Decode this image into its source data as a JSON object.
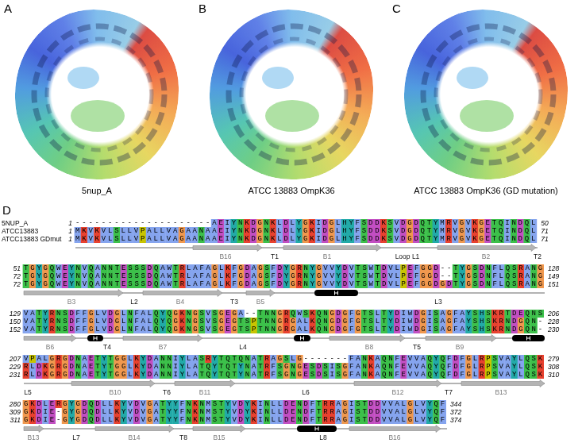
{
  "diagram": {
    "labels": [
      "A",
      "B",
      "C",
      "5nup_A",
      "ATCC 13883 OmpK36",
      "ATCC 13883 OmpK36 (GD mutation)",
      "D",
      "5NUP_A",
      "ATCC13883",
      "ATCC13883 GDmut",
      "1",
      "---------------------AEIYNKDGNKLDLYGKIDGLHYFSDDKSVDGDQTYMRVGVKGETQINDQL",
      "50",
      "1",
      "MKVKVLSLLVPALLVAGAANAAEIYNKDGNKLDLYGKIDGLHYFSDDKSVDGDQTYMRVGVKGETQINDQL",
      "71",
      "1",
      "MKVKVLSLLVPALLVAGAANAAEIYNKDGNKLDLYGKIDGLHYFSDDKSVDGDQTYMRVGVKGETQINDQL",
      "71",
      "B16",
      "T1",
      "B1",
      "Loop L1",
      "B2",
      "T2",
      "51",
      "TGYGQWEYNVQANNTESSSDQAWTRLAFAGLKFGDAGSFDYGRNYGVVYDVTSWTDVLPEFGGD--TYGSDNFLQSRANG",
      "128",
      "72",
      "TGYGQWEYNVQANNTESSSDQAWTRLAFAGLKFGDAGSFDYGRNYGVVYDVTSWTDVLPEFGGD--TYGSDNFLQSRANG",
      "149",
      "72",
      "TGYGQWEYNVQANNTESSSDQAWTRLAFAGLKFGDAGSFDYGRNYGVVYDVTSWTDVLPEFGGDGDTYGSDNFLQSRANG",
      "151",
      "B3",
      "L2",
      "B4",
      "T3",
      "B5",
      "L3",
      "129",
      "VATYRNSDFFGLVDGLNFALQYQGKNGSVSGEGA--TNNGRQWSKQNGDGFGTSLTYDIWDGISAGFAYSHSKRTDEQNS",
      "206",
      "150",
      "VATYRNSDFFGLVDGLNFALQYQGKNGSVSGEGTSPTNNGRGALKQNGDGFGTSLTYDIWDGISAGFAYSHSKRNDGQN-",
      "228",
      "152",
      "VATYRNSDFFGLVDGLNFALQYQGKNGSVSGEGTSPTNNGRGALKQNGDGFGTSLTYDIWDGISAGFAYSHSKRNDGQN-",
      "230",
      "B6",
      "T4",
      "B7",
      "L4",
      "B8",
      "T5",
      "B9",
      "207",
      "VPALGRGDNAETYTGGLKYDANNIYLASRYTQTQNATRAGSLG-------FANKAQNFEVVAQYQFDFGLRPSVAYLQSK",
      "279",
      "229",
      "RLDKGRGDNAETYTGGLKYDANNIYLATQYTQTYNATRFSGNGESDSISGFANKAQNFEVVAQYQFDFGLRPSVAYLQSK",
      "308",
      "231",
      "RLDKGRGDNAETYTGGLKYDANNIYLATQYTQTYNATRFSGNGESDSISGFANKAQNFEVVAQYQFDFGLRPSVAYLQSK",
      "310",
      "L5",
      "B10",
      "T6",
      "B11",
      "L6",
      "B12",
      "T7",
      "B13",
      "280",
      "GKDLERGYGDQDLLKYVDVGATYYFNKNMSTYVDYKINLLDENDFTRRAGISTDDVVALGLVYQF",
      "344",
      "309",
      "GKDIE-GYGDQDLLKYVDVGATYYFNKNMSTYVDYKINLLDENDFTRRAGISTDDVVALGLVYQF",
      "372",
      "311",
      "GKDIE-GYGDQDLLKYVDVGATYYFNKNMSTYVDYKINLLDENDFTRRAGISTDDVVALGLVYQF",
      "374",
      "B13",
      "L7",
      "B14",
      "T8",
      "B15",
      "L8",
      "B16"
    ]
  }
}
